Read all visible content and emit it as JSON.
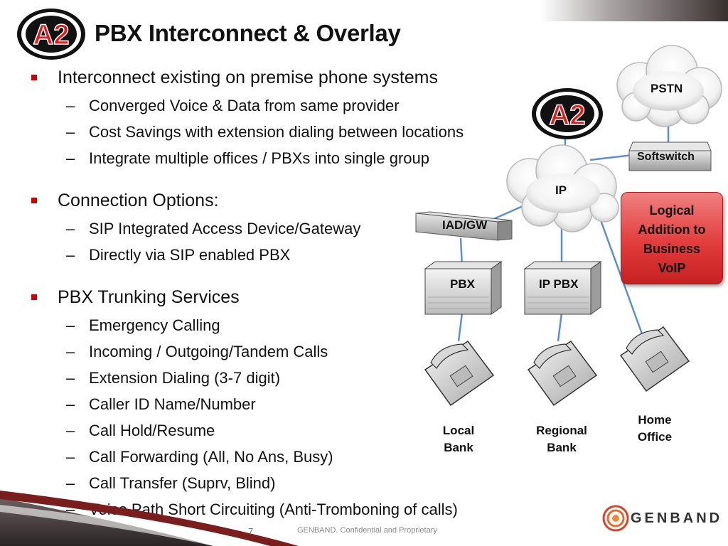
{
  "slide": {
    "title": "PBX Interconnect & Overlay",
    "logo_text": "A2",
    "sections": [
      {
        "heading": "Interconnect existing on premise phone systems",
        "items": [
          "Converged Voice & Data from same provider",
          "Cost Savings with extension dialing between locations",
          "Integrate multiple offices / PBXs into single group"
        ]
      },
      {
        "heading": "Connection Options:",
        "items": [
          "SIP Integrated Access Device/Gateway",
          "Directly via SIP enabled PBX"
        ]
      },
      {
        "heading": "PBX Trunking Services",
        "items": [
          "Emergency Calling",
          "Incoming / Outgoing/Tandem Calls",
          "Extension Dialing (3-7 digit)",
          "Caller ID Name/Number",
          "Call Hold/Resume",
          "Call Forwarding (All, No Ans, Busy)",
          "Call Transfer (Suprv, Blind)",
          "Voice Path Short Circuiting (Anti-Tromboning of calls)"
        ]
      }
    ],
    "dash": "–"
  },
  "diagram": {
    "pstn": "PSTN",
    "softswitch": "Softswitch",
    "ip": "IP",
    "iad": "IAD/GW",
    "pbx": "PBX",
    "ip_pbx": "IP PBX",
    "logical_box": "Logical Addition to Business VoIP",
    "logical_lines": [
      "Logical",
      "Addition to",
      "Business",
      "VoIP"
    ],
    "local_bank": [
      "Local",
      "Bank"
    ],
    "regional_bank": [
      "Regional",
      "Bank"
    ],
    "home_office": [
      "Home",
      "Office"
    ]
  },
  "footer": {
    "page_number": "7",
    "text": "GENBAND. Confidential and Proprietary",
    "brand": "GENBAND"
  },
  "colors": {
    "bullet_red": "#cc0000",
    "link_blue": "#5b8fd0",
    "box_red": "#e23c3c",
    "footer_maroon": "#7a1d1d"
  }
}
